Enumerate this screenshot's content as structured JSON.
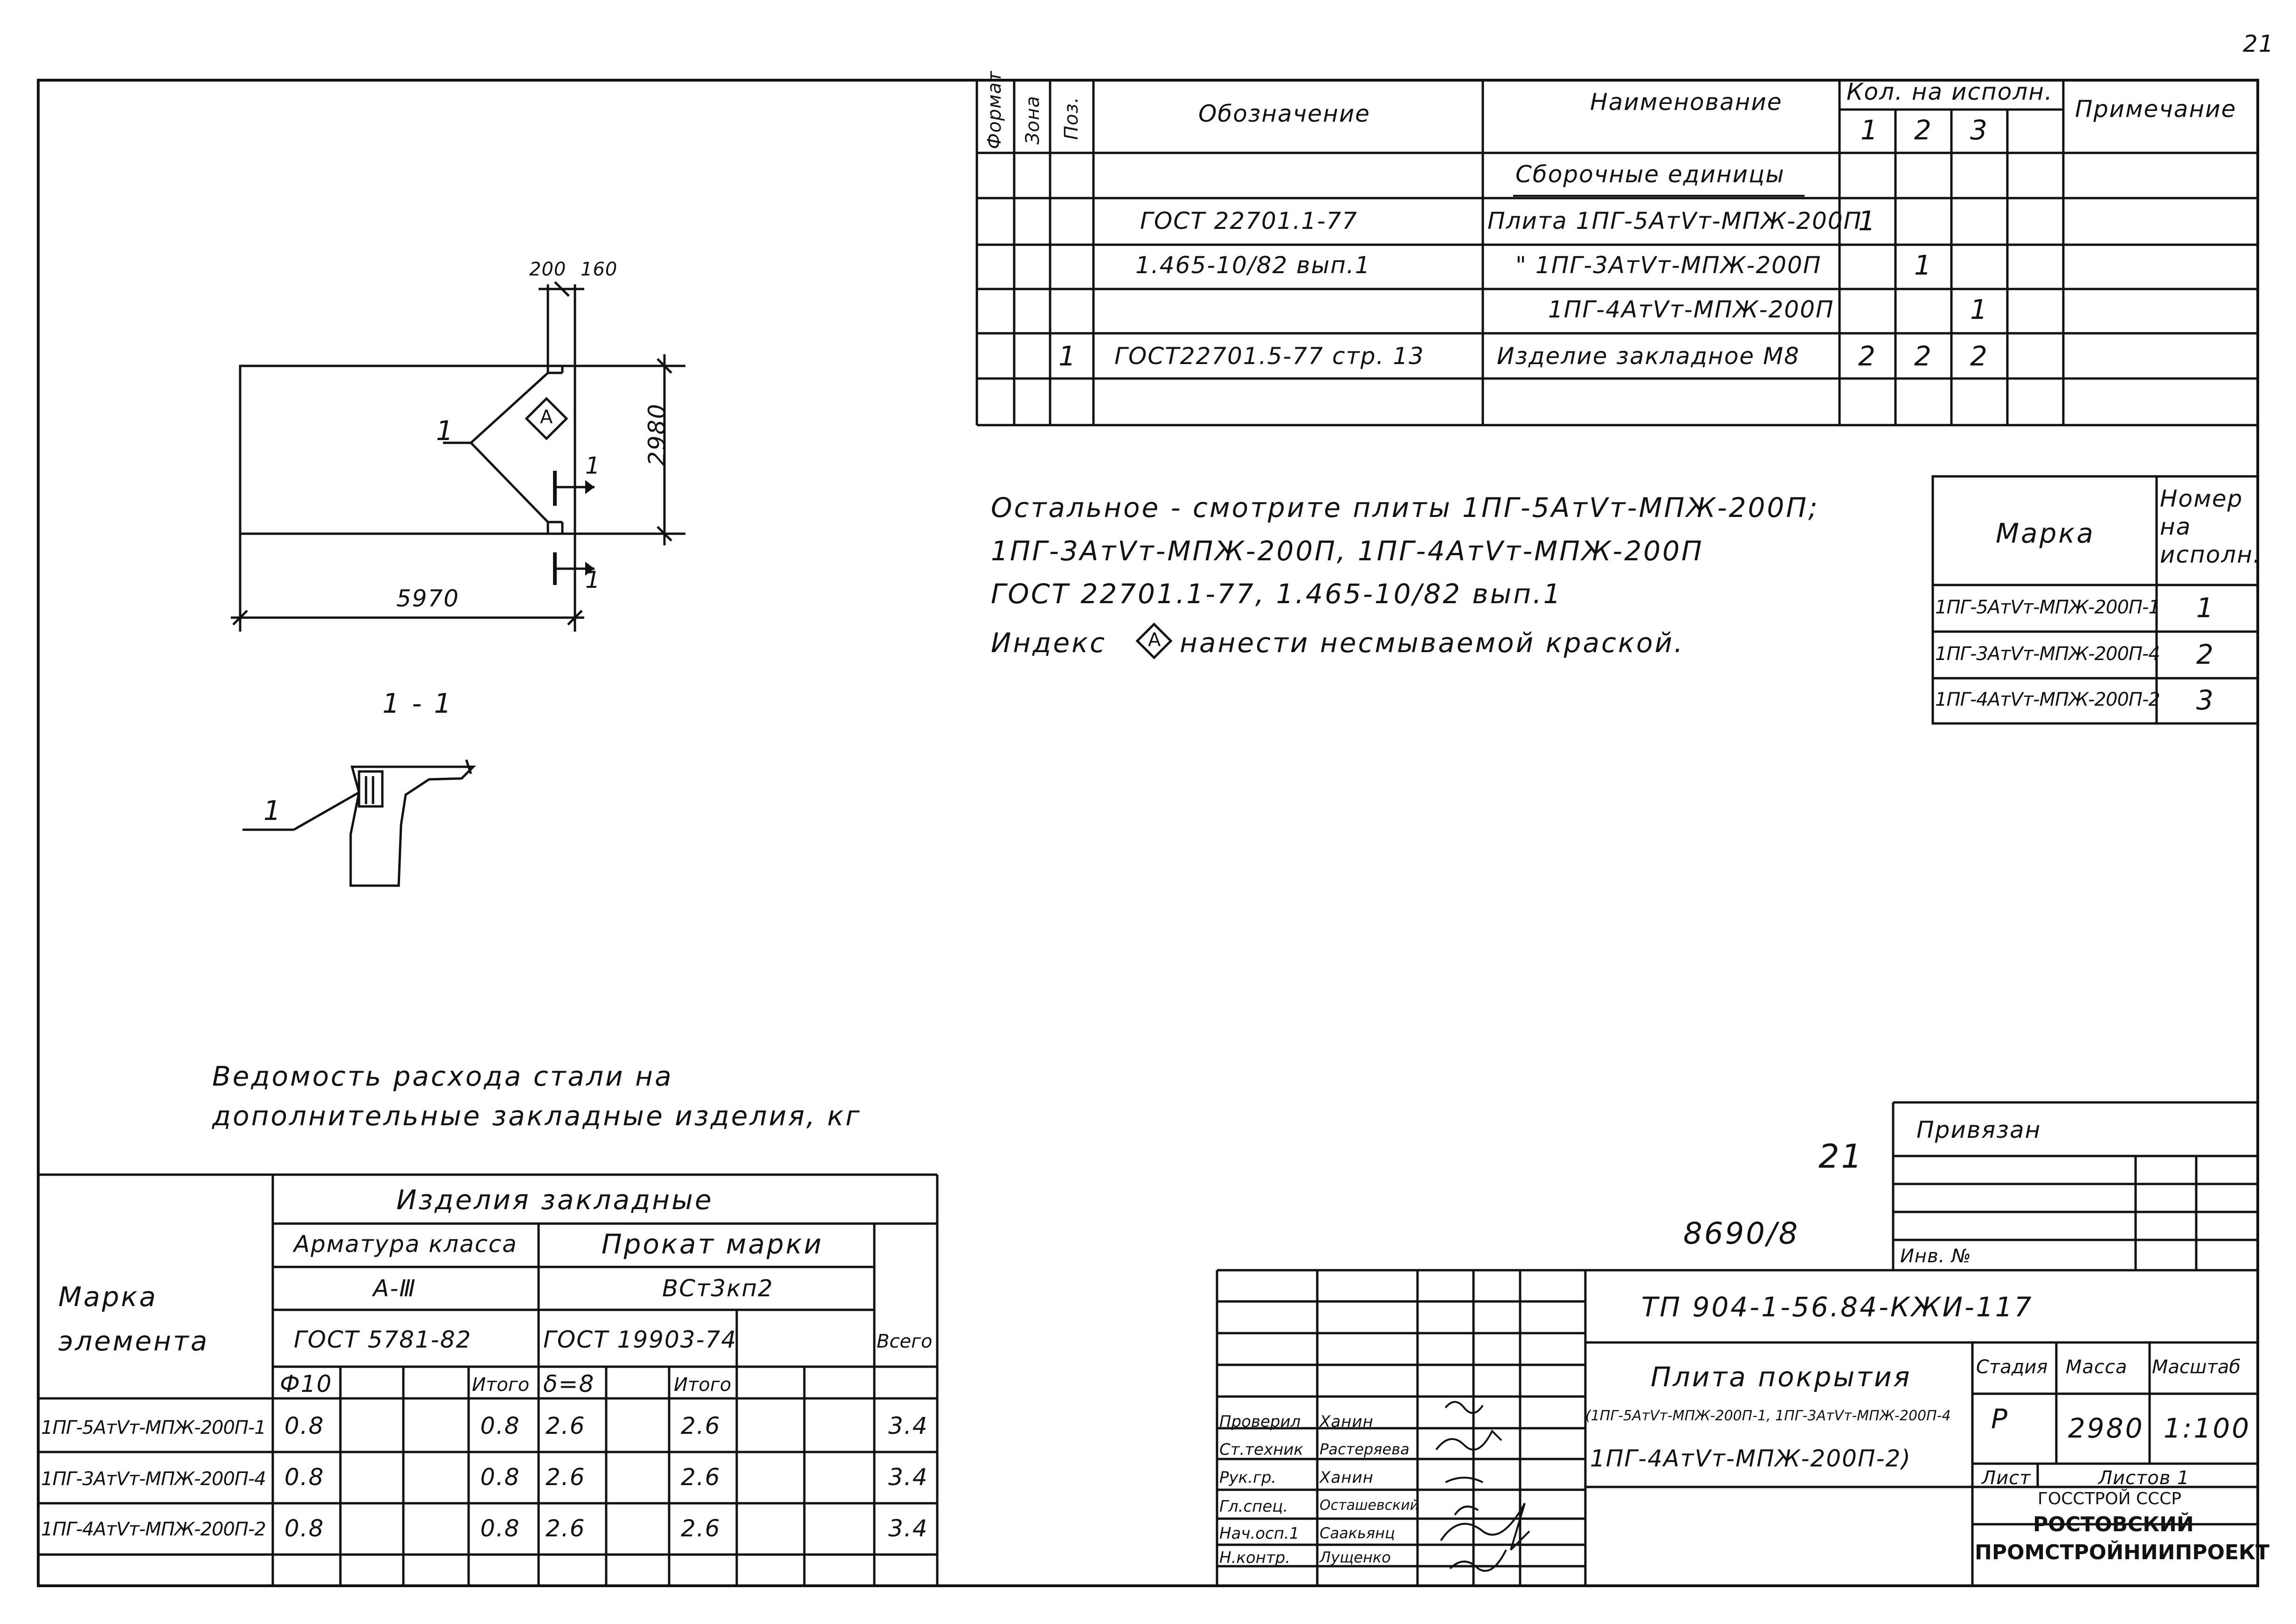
{
  "page_number": "21",
  "spec_table": {
    "headers": {
      "format": "Формат",
      "zone": "Зона",
      "pos": "Поз.",
      "designation": "Обозначение",
      "name": "Наименование",
      "qty": "Кол. на исполн.",
      "qty_cols": [
        "1",
        "2",
        "3"
      ],
      "note": "Примечание"
    },
    "rows": [
      {
        "pos": "",
        "designation": "",
        "name": "Сборочные единицы",
        "q1": "",
        "q2": "",
        "q3": ""
      },
      {
        "pos": "",
        "designation": "ГОСТ 22701.1-77",
        "name": "Плита 1ПГ-5АтⅤт-МПЖ-200П",
        "q1": "1",
        "q2": "",
        "q3": ""
      },
      {
        "pos": "",
        "designation": "1.465-10/82 вып.1",
        "name": "\" 1ПГ-3АтⅤт-МПЖ-200П",
        "q1": "",
        "q2": "1",
        "q3": ""
      },
      {
        "pos": "",
        "designation": "",
        "name": "1ПГ-4АтⅤт-МПЖ-200П",
        "q1": "",
        "q2": "",
        "q3": "1"
      },
      {
        "pos": "1",
        "designation": "ГОСТ22701.5-77 стр. 13",
        "name": "Изделие закладное М8",
        "q1": "2",
        "q2": "2",
        "q3": "2"
      }
    ]
  },
  "drawing": {
    "dim_top_a": "200",
    "dim_top_b": "160",
    "dim_height": "2980",
    "dim_length": "5970",
    "leader_1": "1",
    "index_mark": "А",
    "section_mark": "1",
    "section_label": "1 - 1",
    "section_leader": "1"
  },
  "notes": {
    "line1": "Остальное - смотрите плиты 1ПГ-5АтⅤт-МПЖ-200П;",
    "line2": "1ПГ-3АтⅤт-МПЖ-200П, 1ПГ-4АтⅤт-МПЖ-200П",
    "line3": "ГОСТ 22701.1-77, 1.465-10/82 вып.1",
    "line4_a": "Индекс",
    "line4_b": "нанести несмываемой краской."
  },
  "mark_table": {
    "h_mark": "Марка",
    "h_num": "Номер на исполн.",
    "rows": [
      {
        "mark": "1ПГ-5АтⅤт-МПЖ-200П-1",
        "num": "1"
      },
      {
        "mark": "1ПГ-3АтⅤт-МПЖ-200П-4",
        "num": "2"
      },
      {
        "mark": "1ПГ-4АтⅤт-МПЖ-200П-2",
        "num": "3"
      }
    ]
  },
  "steel": {
    "title1": "Ведомость расхода стали на",
    "title2": "дополнительные закладные изделия, кг",
    "h_mark": "Марка элемента",
    "h_items": "Изделия закладные",
    "h_rebar": "Арматура класса",
    "h_rebar_class": "А-Ⅲ",
    "h_rebar_gost": "ГОСТ 5781-82",
    "h_rolled": "Прокат марки",
    "h_rolled_grade": "ВСт3кп2",
    "h_rolled_gost": "ГОСТ 19903-74",
    "h_total": "Всего",
    "h_d10": "Ф10",
    "h_sub1": "Итого",
    "h_delta": "δ=8",
    "h_sub2": "Итого",
    "rows": [
      {
        "mark": "1ПГ-5АтⅤт-МПЖ-200П-1",
        "d10": "0.8",
        "sub1": "0.8",
        "delta": "2.6",
        "sub2": "2.6",
        "total": "3.4"
      },
      {
        "mark": "1ПГ-3АтⅤт-МПЖ-200П-4",
        "d10": "0.8",
        "sub1": "0.8",
        "delta": "2.6",
        "sub2": "2.6",
        "total": "3.4"
      },
      {
        "mark": "1ПГ-4АтⅤт-МПЖ-200П-2",
        "d10": "0.8",
        "sub1": "0.8",
        "delta": "2.6",
        "sub2": "2.6",
        "total": "3.4"
      }
    ]
  },
  "stamp": {
    "sheet_no": "21",
    "doc_no": "8690/8",
    "tied": "Привязан",
    "inv_no": "Инв. №",
    "code": "ТП 904-1-56.84-КЖИ-117",
    "title1": "Плита покрытия",
    "title2": "(1ПГ-5АтⅤт-МПЖ-200П-1, 1ПГ-3АтⅤт-МПЖ-200П-4",
    "title3": "1ПГ-4АтⅤт-МПЖ-200П-2)",
    "h_stage": "Стадия",
    "h_mass": "Масса",
    "h_scale": "Масштаб",
    "stage": "Р",
    "mass": "2980",
    "scale": "1:100",
    "sheet": "Лист",
    "sheets": "Листов 1",
    "org1": "ГОССТРОЙ СССР",
    "org2": "РОСТОВСКИЙ",
    "org3": "ПРОМСТРОЙНИИПРОЕКТ",
    "people": [
      {
        "role": "Проверил",
        "name": "Ханин"
      },
      {
        "role": "Ст.техник",
        "name": "Растеряева"
      },
      {
        "role": "Рук.гр.",
        "name": "Ханин"
      },
      {
        "role": "Гл.спец.",
        "name": "Осташевский"
      },
      {
        "role": "Нач.осп.1",
        "name": "Саакьянц"
      },
      {
        "role": "Н.контр.",
        "name": "Лущенко"
      }
    ]
  }
}
